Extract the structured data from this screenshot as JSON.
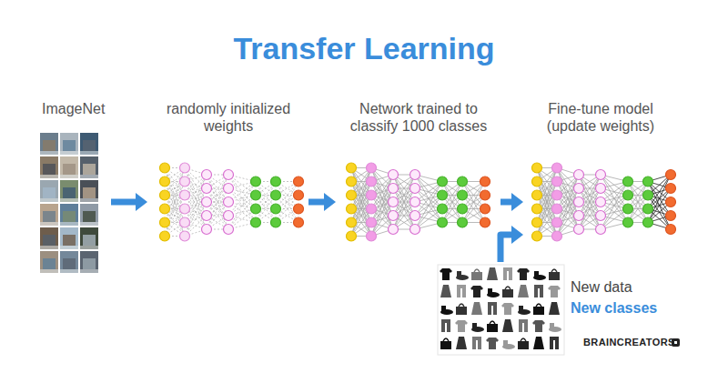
{
  "diagram": {
    "title": "Transfer Learning",
    "nodes": [
      {
        "text": [
          "ImageNet"
        ]
      },
      {
        "text": [
          "randomly initialized weights"
        ]
      },
      {
        "text": [
          "Network trained to classify 1000 classes"
        ]
      },
      {
        "text": [
          "Fine-tune model (update weights)"
        ]
      },
      {
        "text": [
          "New data",
          "New classes"
        ]
      }
    ],
    "edges": [
      {
        "from": 0,
        "to": 1,
        "arrow": "to"
      },
      {
        "from": 1,
        "to": 2,
        "arrow": "to"
      },
      {
        "from": 2,
        "to": 3,
        "arrow": "to"
      },
      {
        "from": 4,
        "to": 3,
        "arrow": "to"
      }
    ],
    "labels": [
      "BRAINCREATORS"
    ]
  }
}
